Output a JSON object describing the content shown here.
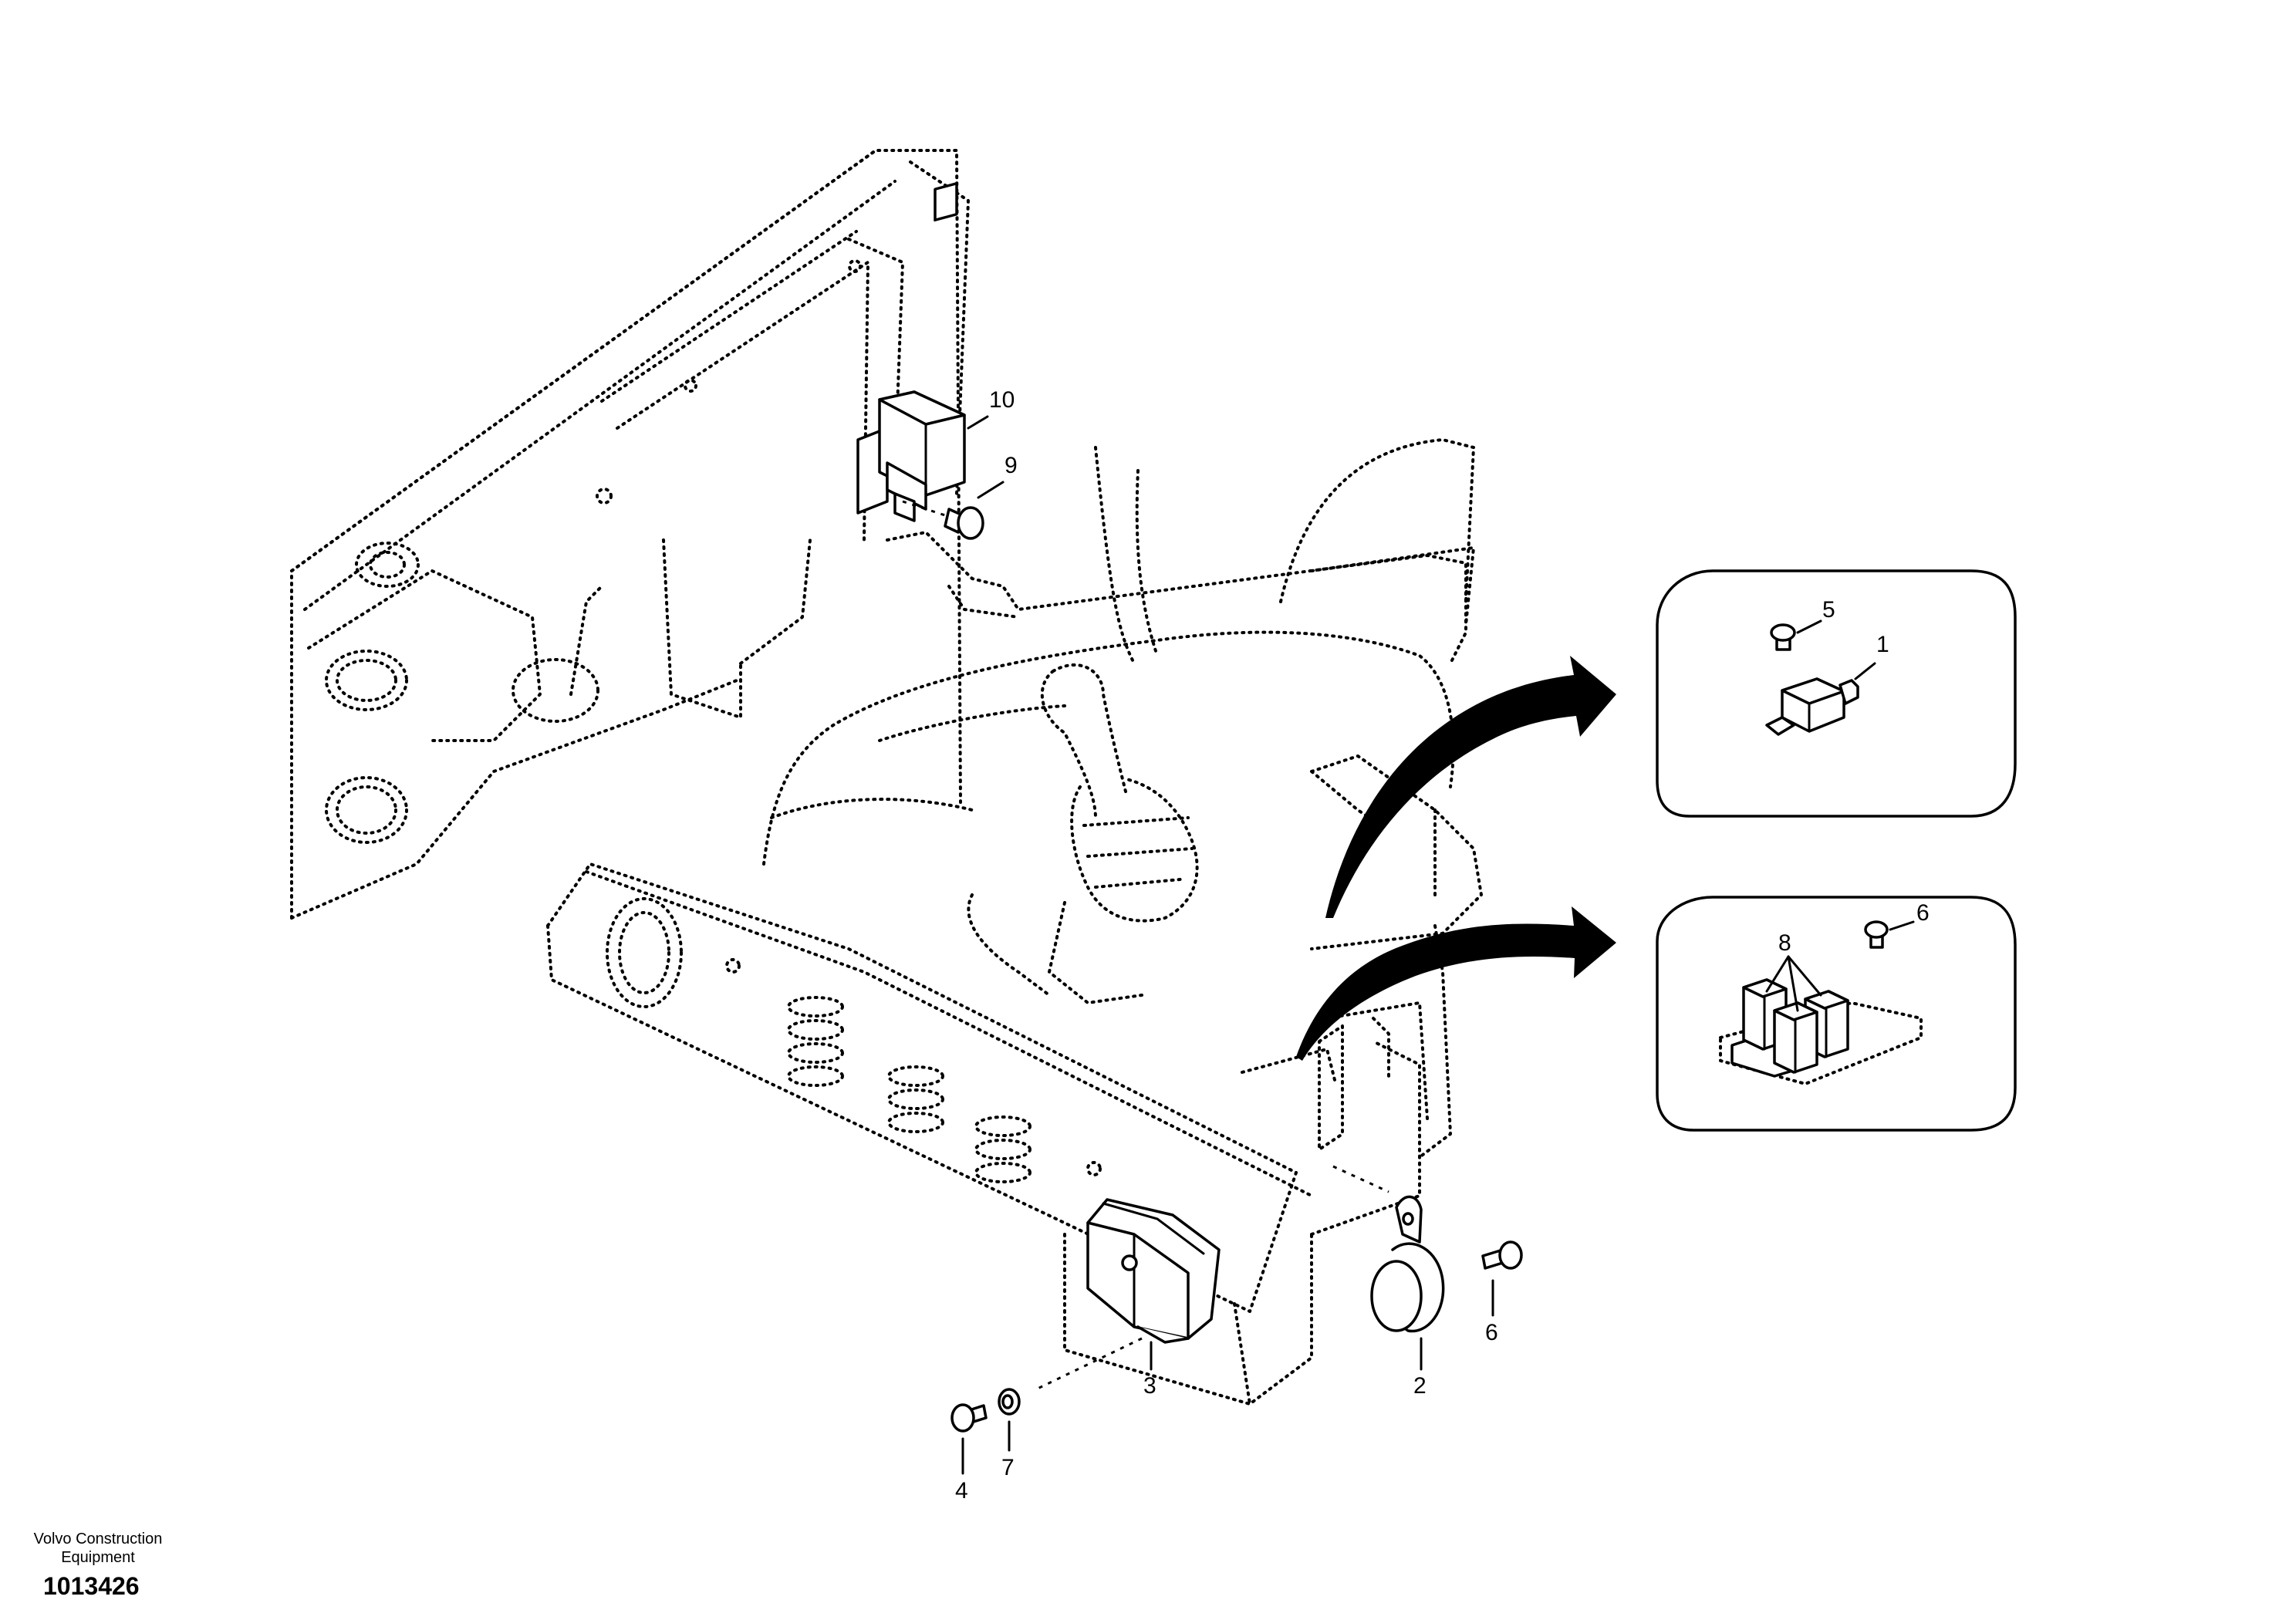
{
  "callouts": {
    "c1": "1",
    "c2": "2",
    "c3": "3",
    "c4": "4",
    "c5": "5",
    "c6a": "6",
    "c6b": "6",
    "c7": "7",
    "c8": "8",
    "c9": "9",
    "c10": "10"
  },
  "footer": {
    "company": "Volvo Construction Equipment",
    "drawing_id": "1013426"
  }
}
